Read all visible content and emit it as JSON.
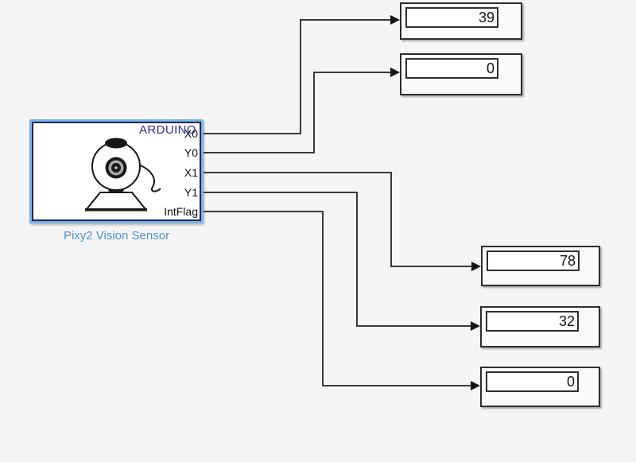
{
  "sensor_block": {
    "header": "ARDUINO",
    "caption": "Pixy2 Vision Sensor",
    "ports": [
      {
        "label": "X0"
      },
      {
        "label": "Y0"
      },
      {
        "label": "X1"
      },
      {
        "label": "Y1"
      },
      {
        "label": "IntFlag"
      }
    ]
  },
  "displays": [
    {
      "value": "39"
    },
    {
      "value": "0"
    },
    {
      "value": "78"
    },
    {
      "value": "32"
    },
    {
      "value": "0"
    }
  ],
  "colors": {
    "canvas_bg": "#f5f5f5",
    "selection_highlight": "#7ab4e2",
    "block_border": "#23235c",
    "header_text": "#2b2ba6",
    "caption_text": "#4d93ce",
    "wire_color": "#3a3a3a",
    "display_border": "#2e2e2e"
  }
}
